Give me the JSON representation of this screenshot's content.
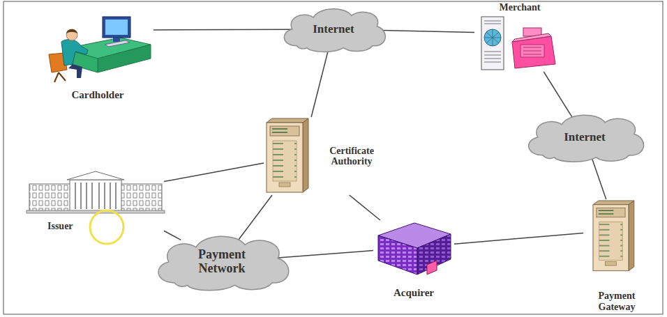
{
  "diagram": {
    "nodes": [
      {
        "text": [
          "Cardholder"
        ]
      },
      {
        "text": [
          "Internet"
        ]
      },
      {
        "text": [
          "Merchant"
        ]
      },
      {
        "text": [
          "Certificate Authority"
        ]
      },
      {
        "text": [
          "Internet"
        ]
      },
      {
        "text": [
          "Issuer"
        ]
      },
      {
        "text": [
          "Payment Network"
        ]
      },
      {
        "text": [
          "Acquirer"
        ]
      },
      {
        "text": [
          "Payment Gateway"
        ]
      }
    ],
    "edges": [
      {
        "from": 0,
        "to": 1,
        "arrow": "none"
      },
      {
        "from": 1,
        "to": 2,
        "arrow": "none"
      },
      {
        "from": 1,
        "to": 3,
        "arrow": "none"
      },
      {
        "from": 2,
        "to": 4,
        "arrow": "none"
      },
      {
        "from": 4,
        "to": 8,
        "arrow": "none"
      },
      {
        "from": 3,
        "to": 5,
        "arrow": "none"
      },
      {
        "from": 3,
        "to": 6,
        "arrow": "none"
      },
      {
        "from": 3,
        "to": 7,
        "arrow": "none"
      },
      {
        "from": 5,
        "to": 6,
        "arrow": "none"
      },
      {
        "from": 6,
        "to": 7,
        "arrow": "none"
      },
      {
        "from": 7,
        "to": 8,
        "arrow": "none"
      }
    ]
  }
}
